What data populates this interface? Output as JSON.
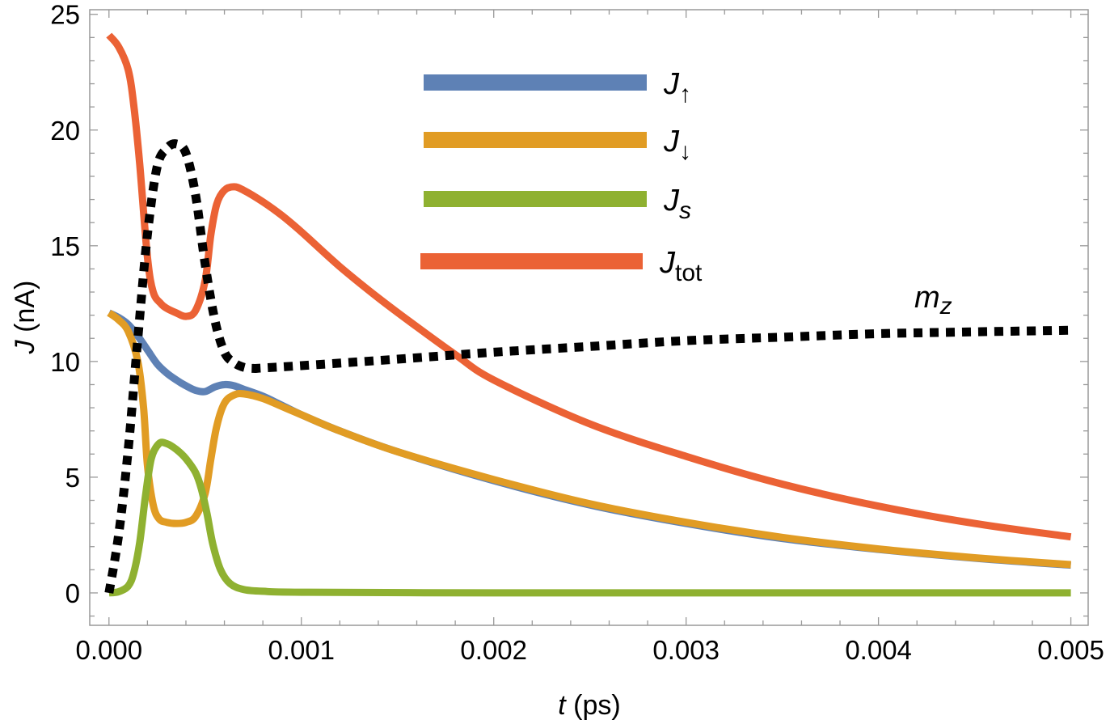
{
  "chart_data": {
    "type": "line",
    "xlabel": {
      "var": "t",
      "unit": " (ps)"
    },
    "ylabel": {
      "var": "J",
      "unit": " (nA)"
    },
    "xlim": [
      -0.0001,
      0.00509
    ],
    "ylim": [
      -1.4,
      25.2
    ],
    "x_ticks": [
      0.0,
      0.001,
      0.002,
      0.003,
      0.004,
      0.005
    ],
    "x_tick_labels": [
      "0.000",
      "0.001",
      "0.002",
      "0.003",
      "0.004",
      "0.005"
    ],
    "y_ticks": [
      0,
      5,
      10,
      15,
      20,
      25
    ],
    "y_tick_labels": [
      "0",
      "5",
      "10",
      "15",
      "20",
      "25"
    ],
    "grid": false,
    "legend_position": "top-center",
    "series": [
      {
        "name": "J↑",
        "label_main": "J",
        "label_sub": "↑",
        "color": "#5e81b5",
        "points": [
          [
            0.0,
            12.1
          ],
          [
            5e-05,
            11.9
          ],
          [
            0.0001,
            11.6
          ],
          [
            0.00015,
            11.1
          ],
          [
            0.0002,
            10.5
          ],
          [
            0.00025,
            9.9
          ],
          [
            0.0003,
            9.5
          ],
          [
            0.00035,
            9.2
          ],
          [
            0.0004,
            8.95
          ],
          [
            0.00045,
            8.75
          ],
          [
            0.0005,
            8.7
          ],
          [
            0.00055,
            8.9
          ],
          [
            0.0006,
            9.0
          ],
          [
            0.00065,
            8.95
          ],
          [
            0.0007,
            8.8
          ],
          [
            0.0008,
            8.5
          ],
          [
            0.0009,
            8.1
          ],
          [
            0.001,
            7.7
          ],
          [
            0.0012,
            7.0
          ],
          [
            0.0015,
            6.1
          ],
          [
            0.002,
            4.85
          ],
          [
            0.0025,
            3.8
          ],
          [
            0.003,
            3.0
          ],
          [
            0.0035,
            2.35
          ],
          [
            0.004,
            1.88
          ],
          [
            0.0045,
            1.5
          ],
          [
            0.005,
            1.2
          ]
        ]
      },
      {
        "name": "J↓",
        "label_main": "J",
        "label_sub": "↓",
        "color": "#e19c24",
        "points": [
          [
            0.0,
            12.1
          ],
          [
            5e-05,
            11.8
          ],
          [
            0.0001,
            11.3
          ],
          [
            0.00015,
            10.0
          ],
          [
            0.00018,
            8.0
          ],
          [
            0.0002,
            5.5
          ],
          [
            0.00023,
            3.8
          ],
          [
            0.00026,
            3.2
          ],
          [
            0.0003,
            3.05
          ],
          [
            0.00035,
            3.0
          ],
          [
            0.0004,
            3.05
          ],
          [
            0.00045,
            3.3
          ],
          [
            0.0005,
            4.3
          ],
          [
            0.00053,
            5.8
          ],
          [
            0.00056,
            7.2
          ],
          [
            0.0006,
            8.2
          ],
          [
            0.00065,
            8.55
          ],
          [
            0.0007,
            8.6
          ],
          [
            0.0008,
            8.4
          ],
          [
            0.0009,
            8.05
          ],
          [
            0.001,
            7.7
          ],
          [
            0.0012,
            7.0
          ],
          [
            0.0015,
            6.1
          ],
          [
            0.002,
            4.9
          ],
          [
            0.0025,
            3.85
          ],
          [
            0.003,
            3.05
          ],
          [
            0.0035,
            2.4
          ],
          [
            0.004,
            1.9
          ],
          [
            0.0045,
            1.52
          ],
          [
            0.005,
            1.22
          ]
        ]
      },
      {
        "name": "Js",
        "label_main": "J",
        "label_sub": "s",
        "color": "#8fb131",
        "points": [
          [
            0.0,
            0.0
          ],
          [
            5e-05,
            0.05
          ],
          [
            0.0001,
            0.3
          ],
          [
            0.00013,
            0.9
          ],
          [
            0.00016,
            2.2
          ],
          [
            0.00019,
            4.2
          ],
          [
            0.00022,
            5.8
          ],
          [
            0.00026,
            6.45
          ],
          [
            0.0003,
            6.45
          ],
          [
            0.00035,
            6.2
          ],
          [
            0.0004,
            5.8
          ],
          [
            0.00045,
            5.2
          ],
          [
            0.00048,
            4.5
          ],
          [
            0.00051,
            3.4
          ],
          [
            0.00054,
            2.1
          ],
          [
            0.00058,
            1.0
          ],
          [
            0.00063,
            0.4
          ],
          [
            0.0007,
            0.15
          ],
          [
            0.0008,
            0.07
          ],
          [
            0.001,
            0.03
          ],
          [
            0.002,
            0.0
          ],
          [
            0.003,
            0.0
          ],
          [
            0.004,
            0.0
          ],
          [
            0.005,
            0.0
          ]
        ]
      },
      {
        "name": "Jtot",
        "label_main": "J",
        "label_sub": "tot",
        "color": "#eb6235",
        "points": [
          [
            0.0,
            24.1
          ],
          [
            5e-05,
            23.6
          ],
          [
            0.0001,
            22.6
          ],
          [
            0.00013,
            21.0
          ],
          [
            0.00016,
            18.5
          ],
          [
            0.0002,
            14.5
          ],
          [
            0.00023,
            13.0
          ],
          [
            0.00027,
            12.5
          ],
          [
            0.0003,
            12.3
          ],
          [
            0.00035,
            12.1
          ],
          [
            0.0004,
            11.95
          ],
          [
            0.00045,
            12.2
          ],
          [
            0.0005,
            13.5
          ],
          [
            0.00053,
            15.5
          ],
          [
            0.00056,
            16.8
          ],
          [
            0.0006,
            17.4
          ],
          [
            0.00065,
            17.55
          ],
          [
            0.0007,
            17.4
          ],
          [
            0.0008,
            16.9
          ],
          [
            0.0009,
            16.3
          ],
          [
            0.001,
            15.6
          ],
          [
            0.0012,
            14.1
          ],
          [
            0.0014,
            12.75
          ],
          [
            0.0016,
            11.5
          ],
          [
            0.0018,
            10.3
          ],
          [
            0.002,
            9.2
          ],
          [
            0.0025,
            7.3
          ],
          [
            0.003,
            5.9
          ],
          [
            0.0035,
            4.7
          ],
          [
            0.004,
            3.75
          ],
          [
            0.0045,
            3.0
          ],
          [
            0.005,
            2.42
          ]
        ]
      },
      {
        "name": "mz",
        "label_main": "m",
        "label_sub": "z",
        "color": "#000000",
        "dashed": true,
        "points": [
          [
            0.0,
            0.0
          ],
          [
            5e-05,
            2.5
          ],
          [
            0.0001,
            6.2
          ],
          [
            0.00015,
            11.0
          ],
          [
            0.0002,
            15.5
          ],
          [
            0.00025,
            18.4
          ],
          [
            0.0003,
            19.2
          ],
          [
            0.00035,
            19.4
          ],
          [
            0.0004,
            19.0
          ],
          [
            0.00045,
            17.2
          ],
          [
            0.0005,
            14.2
          ],
          [
            0.00055,
            11.8
          ],
          [
            0.0006,
            10.4
          ],
          [
            0.00065,
            9.95
          ],
          [
            0.0007,
            9.75
          ],
          [
            0.00075,
            9.7
          ],
          [
            0.0008,
            9.72
          ],
          [
            0.001,
            9.82
          ],
          [
            0.0015,
            10.1
          ],
          [
            0.002,
            10.4
          ],
          [
            0.0025,
            10.65
          ],
          [
            0.003,
            10.9
          ],
          [
            0.0035,
            11.05
          ],
          [
            0.004,
            11.2
          ],
          [
            0.0045,
            11.28
          ],
          [
            0.005,
            11.35
          ]
        ]
      }
    ]
  }
}
